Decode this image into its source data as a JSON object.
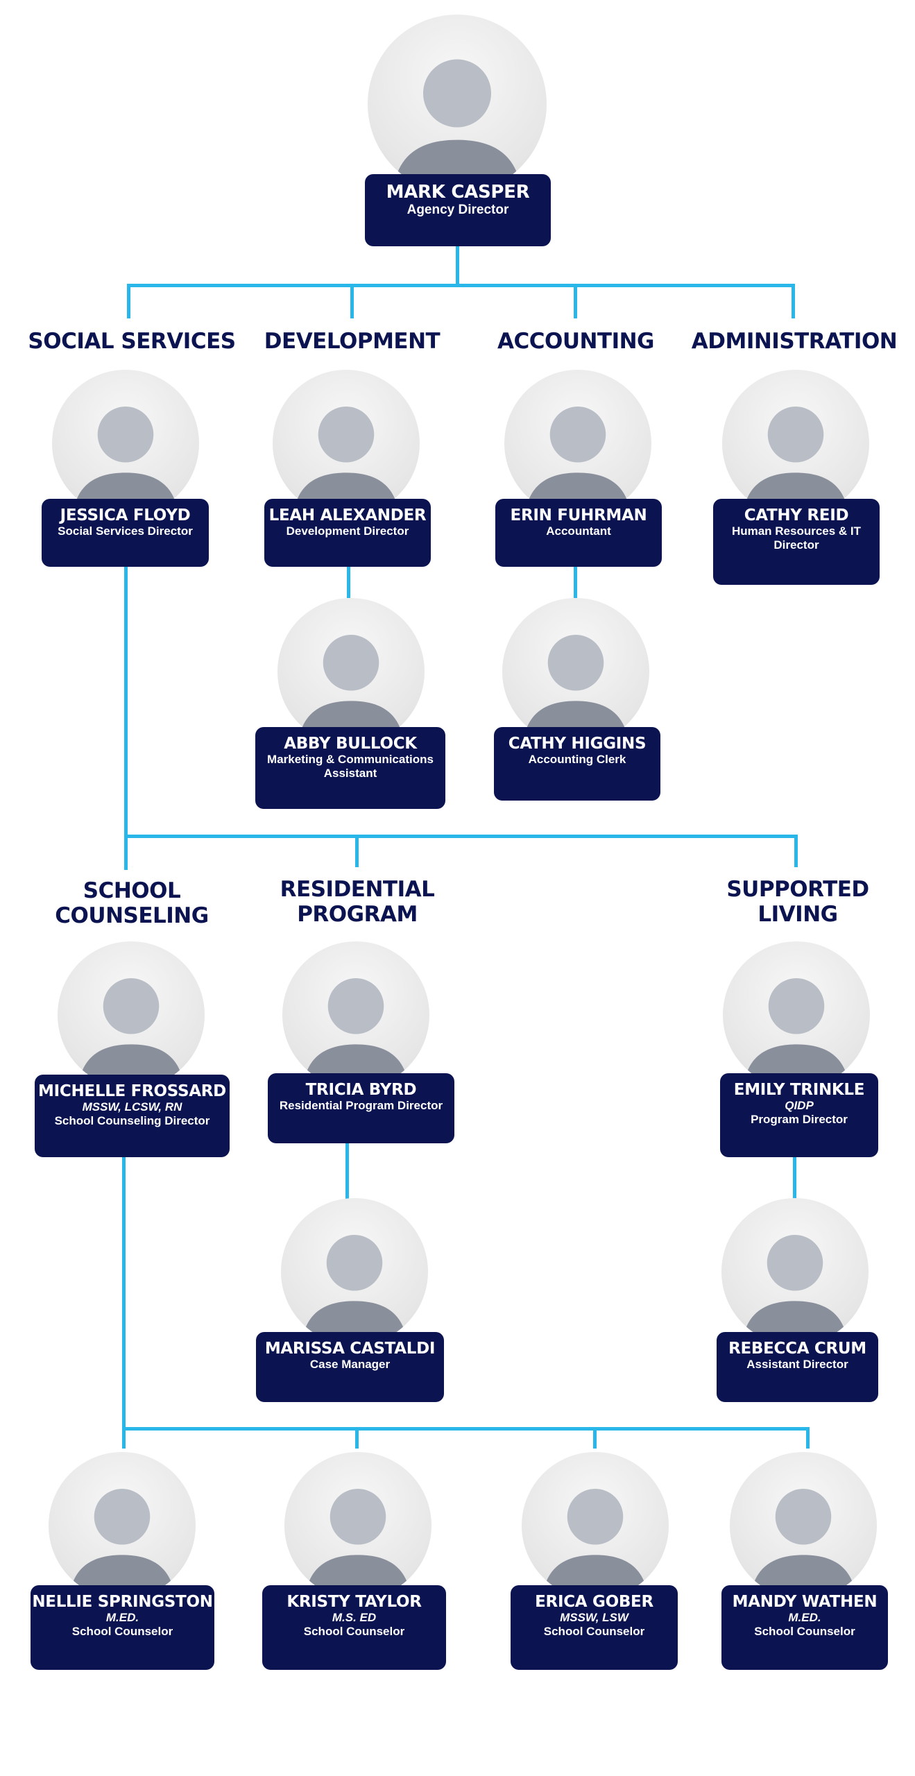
{
  "departments": {
    "social_services": "SOCIAL SERVICES",
    "development": "DEVELOPMENT",
    "accounting": "ACCOUNTING",
    "administration": "ADMINISTRATION",
    "school_counseling": [
      "SCHOOL",
      "COUNSELING"
    ],
    "residential_program": [
      "RESIDENTIAL",
      "PROGRAM"
    ],
    "supported_living": [
      "SUPPORTED",
      "LIVING"
    ]
  },
  "people": {
    "mark_casper": {
      "name": "MARK CASPER",
      "role": "Agency Director"
    },
    "jessica_floyd": {
      "name": "JESSICA FLOYD",
      "role": "Social Services Director"
    },
    "leah_alexander": {
      "name": "LEAH ALEXANDER",
      "role": "Development Director"
    },
    "erin_fuhrman": {
      "name": "ERIN FUHRMAN",
      "role": "Accountant"
    },
    "cathy_reid": {
      "name": "CATHY REID",
      "role": "Human Resources & IT Director"
    },
    "abby_bullock": {
      "name": "ABBY BULLOCK",
      "role": "Marketing & Communications Assistant"
    },
    "cathy_higgins": {
      "name": "CATHY HIGGINS",
      "role": "Accounting Clerk"
    },
    "michelle_frossard": {
      "name": "MICHELLE FROSSARD",
      "credentials": "MSSW, LCSW, RN",
      "role": "School Counseling Director"
    },
    "tricia_byrd": {
      "name": "TRICIA BYRD",
      "role": "Residential Program Director"
    },
    "emily_trinkle": {
      "name": "EMILY TRINKLE",
      "credentials": "QIDP",
      "role": "Program Director"
    },
    "marissa_castaldi": {
      "name": "MARISSA CASTALDI",
      "role": "Case Manager"
    },
    "rebecca_crum": {
      "name": "REBECCA CRUM",
      "role": "Assistant Director"
    },
    "nellie_springston": {
      "name": "NELLIE SPRINGSTON",
      "credentials": "M.ED.",
      "role": "School Counselor"
    },
    "kristy_taylor": {
      "name": "KRISTY TAYLOR",
      "credentials": "M.S. ED",
      "role": "School Counselor"
    },
    "erica_gober": {
      "name": "ERICA GOBER",
      "credentials": "MSSW, LSW",
      "role": "School Counselor"
    },
    "mandy_wathen": {
      "name": "MANDY WATHEN",
      "credentials": "M.ED.",
      "role": "School Counselor"
    }
  },
  "colors": {
    "card": "#0b1450",
    "connector": "#29b6e8",
    "heading": "#0b1450"
  }
}
